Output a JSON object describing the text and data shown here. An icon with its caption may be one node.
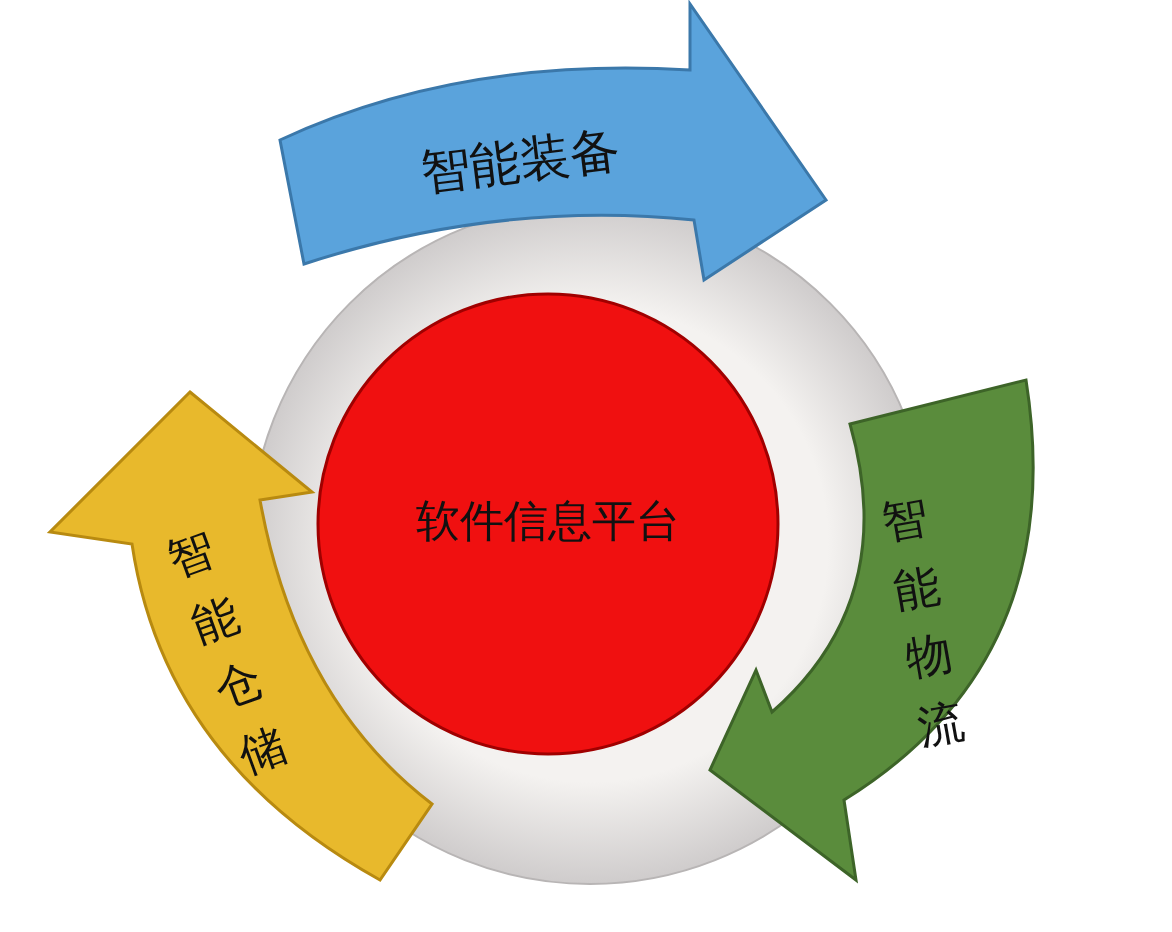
{
  "diagram": {
    "nodes": [
      {
        "text": [
          "软件信息平台"
        ]
      },
      {
        "text": [
          "智能装备"
        ]
      },
      {
        "text": [
          "智能物流"
        ]
      },
      {
        "text": [
          "智能仓储"
        ]
      }
    ]
  }
}
